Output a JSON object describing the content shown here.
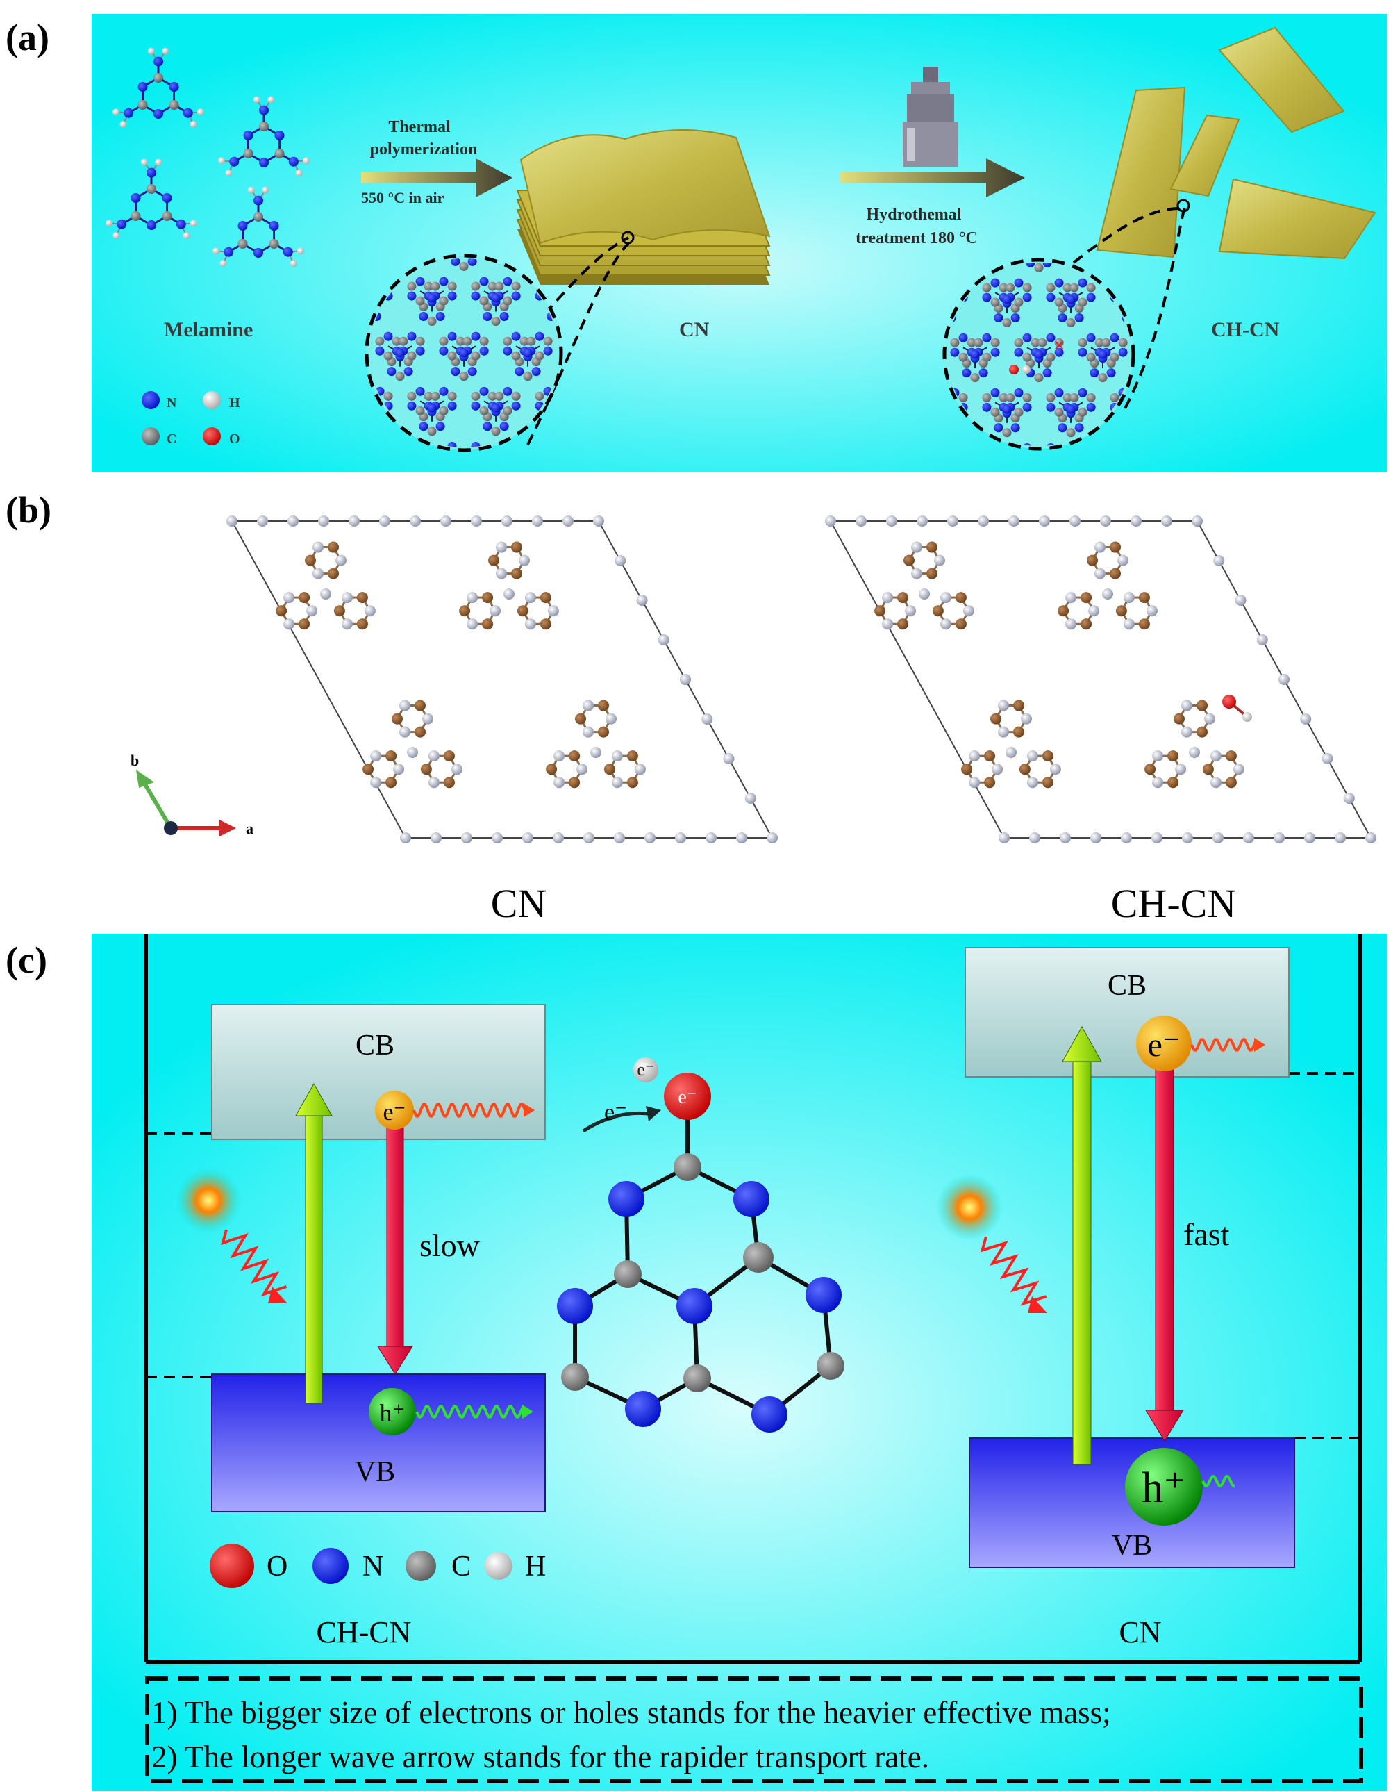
{
  "panel_a": {
    "label": "(a)",
    "arrow1_top": "Thermal",
    "arrow1_mid": "polymerization",
    "arrow1_bottom": "550 °C  in air",
    "arrow2_top": "Hydrothemal",
    "arrow2_bottom": "treatment 180 °C",
    "melamine_label": "Melamine",
    "cn_label": "CN",
    "chcn_label": "CH-CN",
    "legend": {
      "n": "N",
      "h": "H",
      "c": "C",
      "o": "O"
    }
  },
  "panel_b": {
    "label": "(b)",
    "cn_caption": "CN",
    "chcn_caption": "CH-CN",
    "axis_b": "b",
    "axis_a": "a"
  },
  "panel_c": {
    "label": "(c)",
    "left": {
      "cb": "CB",
      "vb": "VB",
      "rate": "slow",
      "electron": "e⁻",
      "hole": "h⁺",
      "caption": "CH-CN"
    },
    "right": {
      "cb": "CB",
      "vb": "VB",
      "rate": "fast",
      "electron": "e⁻",
      "hole": "h⁺",
      "caption": "CN"
    },
    "middle": {
      "e_arrow": "e⁻",
      "e_on_o": "e⁻",
      "e_on_h": "e⁻"
    },
    "legend": {
      "o": "O",
      "n": "N",
      "c": "C",
      "h": "H"
    },
    "notes": [
      "1) The bigger size of electrons or holes stands for the heavier effective mass;",
      "2) The  longer wave arrow stands for the rapider transport rate."
    ]
  },
  "colors": {
    "cyan": "#00f0f5",
    "n_atom": "#1020e0",
    "c_atom": "#808080",
    "o_atom": "#e01010",
    "h_atom": "#e8e8e8",
    "cb_box": "#c8e4e4",
    "vb_box": "#4040ee",
    "lattice_c": "#8b5a30",
    "lattice_n": "#b8bccc"
  }
}
